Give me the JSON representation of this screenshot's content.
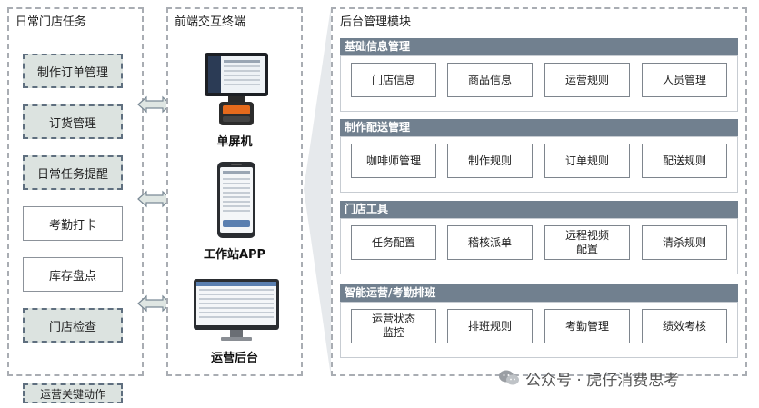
{
  "left": {
    "title": "日常门店任务",
    "tasks": [
      {
        "label": "制作订单管理",
        "key": true
      },
      {
        "label": "订货管理",
        "key": true
      },
      {
        "label": "日常任务提醒",
        "key": true
      },
      {
        "label": "考勤打卡",
        "key": false
      },
      {
        "label": "库存盘点",
        "key": false
      },
      {
        "label": "门店检查",
        "key": true
      }
    ],
    "legend": "运营关键动作"
  },
  "middle": {
    "title": "前端交互终端",
    "devices": [
      {
        "label": "单屏机",
        "icon": "pos-terminal-icon"
      },
      {
        "label": "工作站APP",
        "icon": "smartphone-icon"
      },
      {
        "label": "运营后台",
        "icon": "monitor-icon"
      }
    ]
  },
  "right": {
    "title": "后台管理模块",
    "sections": [
      {
        "title": "基础信息管理",
        "items": [
          "门店信息",
          "商品信息",
          "运营规则",
          "人员管理"
        ]
      },
      {
        "title": "制作配送管理",
        "items": [
          "咖啡师管理",
          "制作规则",
          "订单规则",
          "配送规则"
        ]
      },
      {
        "title": "门店工具",
        "items": [
          "任务配置",
          "稽核派单",
          "远程视频\n配置",
          "清杀规则"
        ]
      },
      {
        "title": "智能运营/考勤排班",
        "items": [
          "运营状态\n监控",
          "排班规则",
          "考勤管理",
          "绩效考核"
        ]
      }
    ]
  },
  "watermark": {
    "text": "公众号 · 虎仔消费思考",
    "icon": "wechat-icon"
  },
  "colors": {
    "header": "#71808f",
    "key_fill": "#dce3e0",
    "border": "#a9adb3"
  }
}
